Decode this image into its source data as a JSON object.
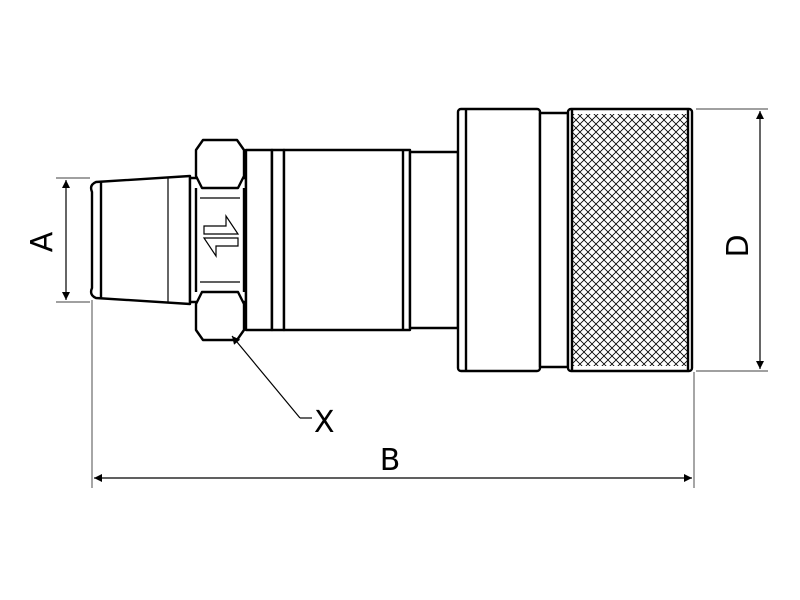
{
  "drawing": {
    "dimensions": {
      "a_label": "A",
      "b_label": "B",
      "d_label": "D",
      "x_label": "X"
    },
    "line_color": "#000000",
    "background_color": "#ffffff"
  }
}
